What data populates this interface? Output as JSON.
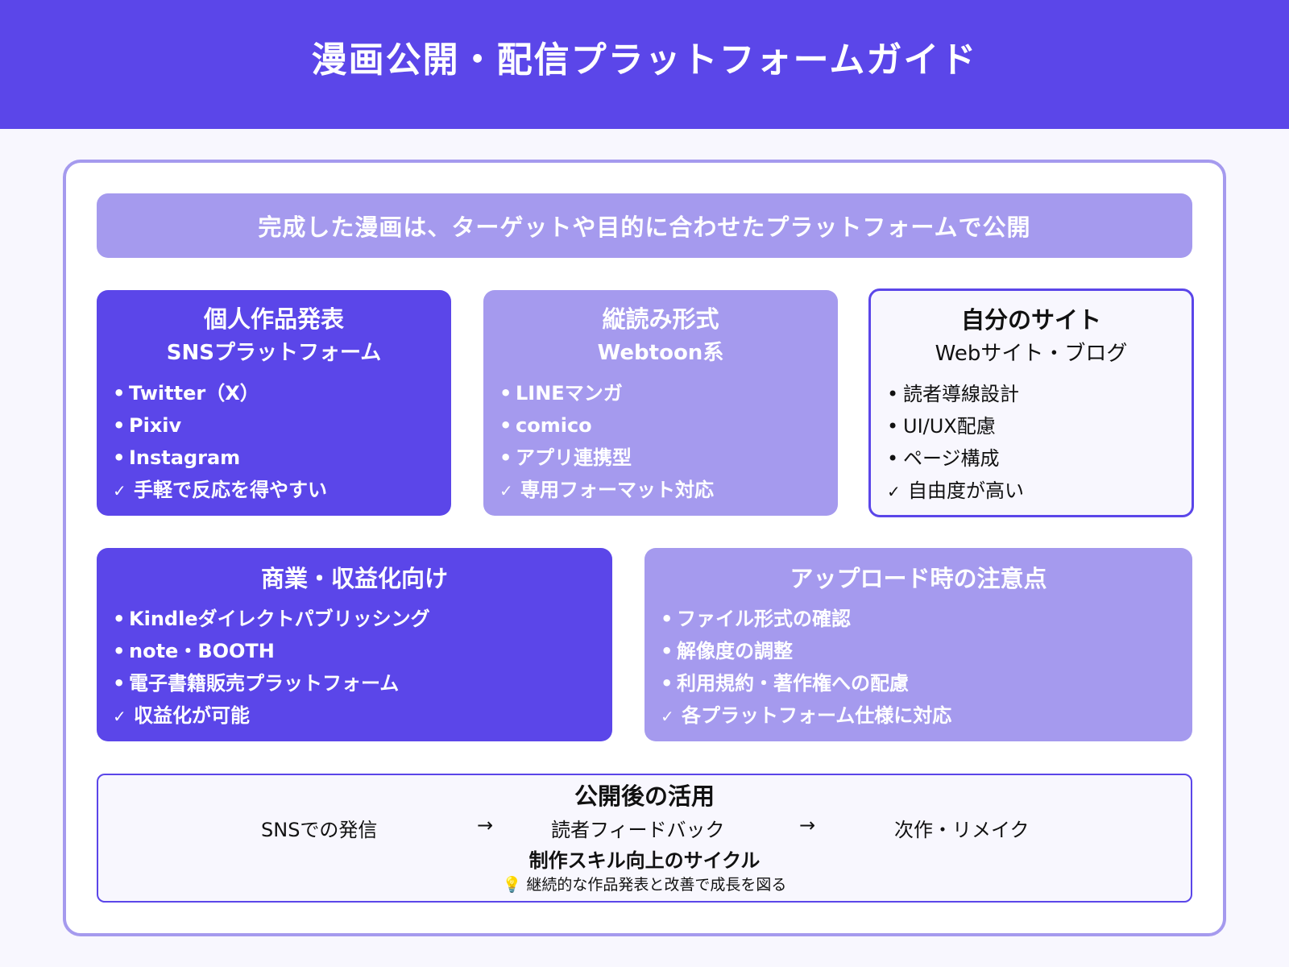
{
  "header": {
    "title": "漫画公開・配信プラットフォームガイド"
  },
  "banner": {
    "text": "完成した漫画は、ターゲットや目的に合わせたプラットフォームで公開"
  },
  "colors": {
    "primary": "#5b46e9",
    "light": "#a59aee",
    "background": "#f8f7fe",
    "frame": "#ffffff"
  },
  "cards": {
    "personal": {
      "title": "個人作品発表",
      "subtitle": "SNSプラットフォーム",
      "items": [
        "Twitter（X）",
        "Pixiv",
        "Instagram"
      ],
      "check": "手軽で反応を得やすい"
    },
    "vertical": {
      "title": "縦読み形式",
      "subtitle": "Webtoon系",
      "items": [
        "LINEマンガ",
        "comico",
        "アプリ連携型"
      ],
      "check": "専用フォーマット対応"
    },
    "own_site": {
      "title": "自分のサイト",
      "subtitle": "Webサイト・ブログ",
      "items": [
        "読者導線設計",
        "UI/UX配慮",
        "ページ構成"
      ],
      "check": "自由度が高い"
    },
    "commercial": {
      "title": "商業・収益化向け",
      "items": [
        "Kindleダイレクトパブリッシング",
        "note・BOOTH",
        "電子書籍販売プラットフォーム"
      ],
      "check": "収益化が可能"
    },
    "upload": {
      "title": "アップロード時の注意点",
      "items": [
        "ファイル形式の確認",
        "解像度の調整",
        "利用規約・著作権への配慮"
      ],
      "check": "各プラットフォーム仕様に対応"
    }
  },
  "after": {
    "title": "公開後の活用",
    "flow": [
      "SNSでの発信",
      "読者フィードバック",
      "次作・リメイク"
    ],
    "arrow": "→",
    "cycle": "制作スキル向上のサイクル",
    "note_icon": "💡",
    "note": "継続的な作品発表と改善で成長を図る"
  },
  "icons": {
    "bullet": "•",
    "check": "✓"
  }
}
